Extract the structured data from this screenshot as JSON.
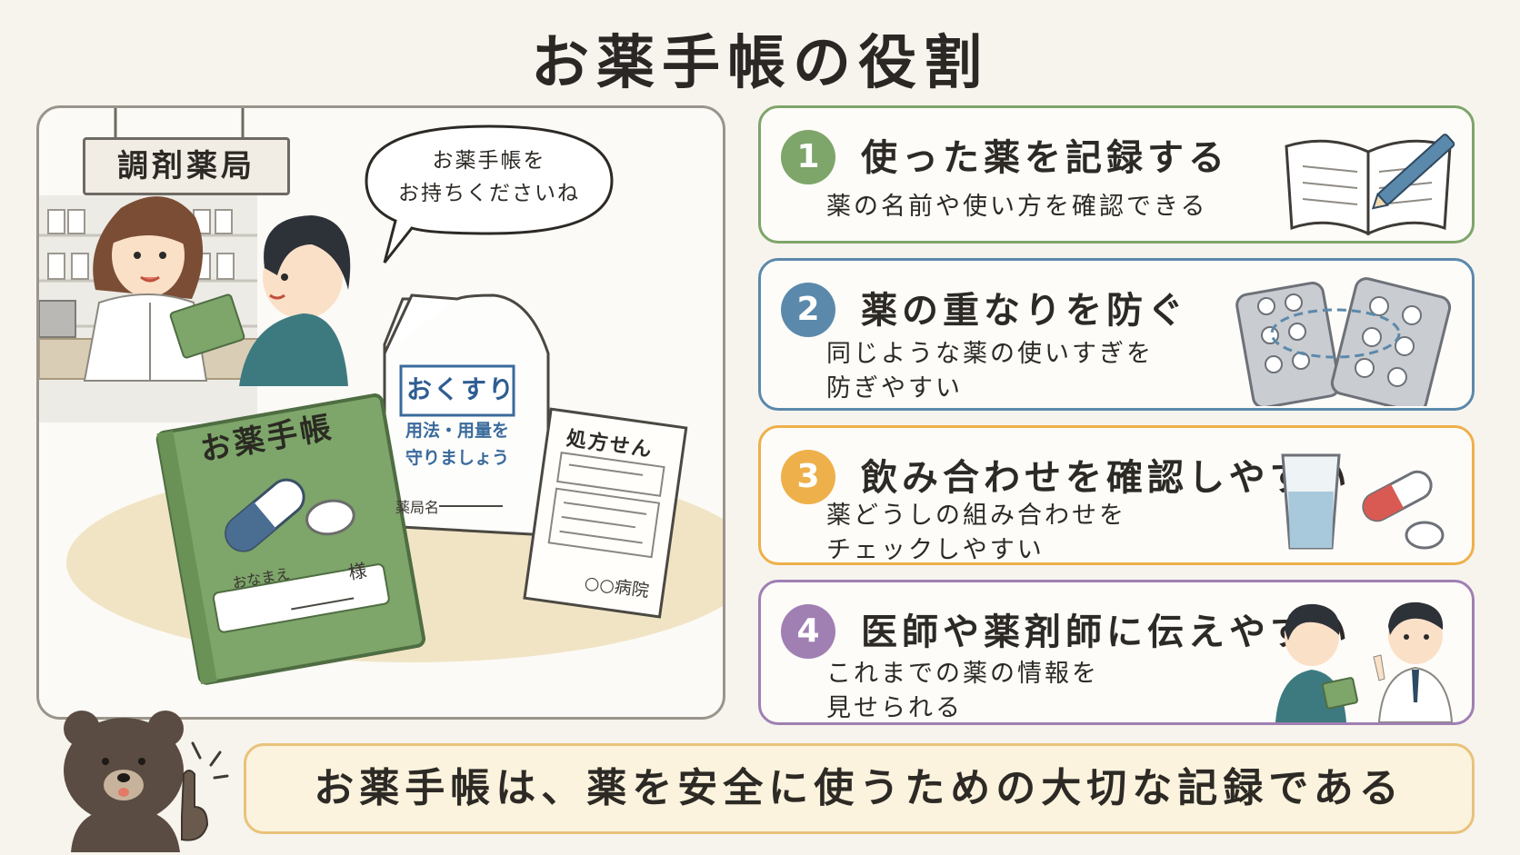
{
  "title": "お薬手帳の役割",
  "scene": {
    "sign": "調剤薬局",
    "speech": [
      "お薬手帳を",
      "お持ちくださいね"
    ],
    "notebook": {
      "title": "お薬手帳",
      "name_label": "おなまえ",
      "suffix": "様"
    },
    "bag": {
      "label": "おくすり",
      "sub": [
        "用法・用量を",
        "守りましょう"
      ],
      "pharmacy_label": "薬局名"
    },
    "prescription": {
      "title": "処方せん",
      "hospital": "○○病院"
    }
  },
  "cards": [
    {
      "number": "1",
      "title": "使った薬を記録する",
      "body": "薬の名前や使い方を確認できる",
      "color": "#7ea56a",
      "icon": "notebook-pen-icon"
    },
    {
      "number": "2",
      "title": "薬の重なりを防ぐ",
      "body": "同じような薬の使いすぎを\n防ぎやすい",
      "color": "#5b89ab",
      "icon": "blister-pack-icon"
    },
    {
      "number": "3",
      "title": "飲み合わせを確認しやすい",
      "body": "薬どうしの組み合わせを\nチェックしやすい",
      "color": "#eeb04a",
      "icon": "water-and-pills-icon"
    },
    {
      "number": "4",
      "title": "医師や薬剤師に伝えやすい",
      "body": "これまでの薬の情報を\n見せられる",
      "color": "#a07fb3",
      "icon": "doctor-patient-icon"
    }
  ],
  "summary": "お薬手帳は、薬を安全に使うための大切な記録である"
}
